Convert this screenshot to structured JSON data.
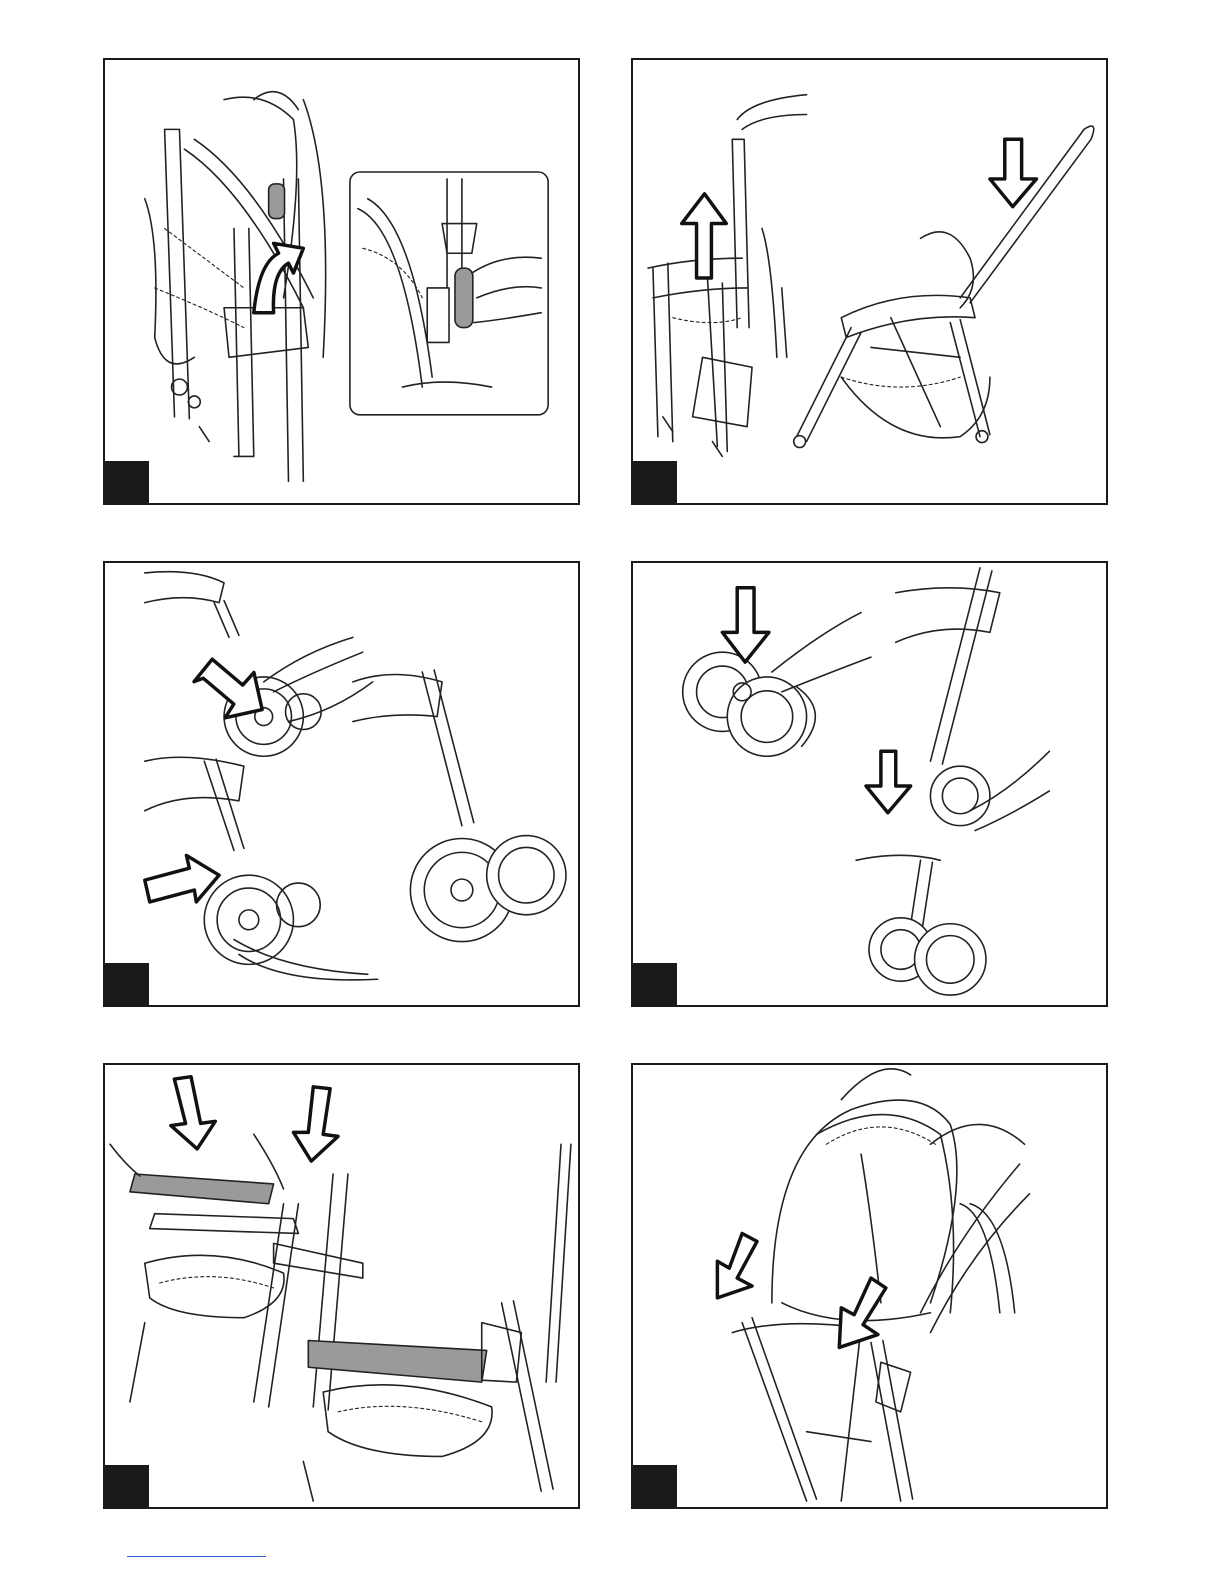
{
  "page": {
    "background": "#ffffff",
    "border_color": "#1a1a1a",
    "step_tab_color": "#1a1a1a",
    "highlight_grey": "#9a9a9a",
    "footer_rule_color": "#2f5fd0"
  },
  "panels": [
    {
      "id": "panel-1",
      "content": "folding-release-lever"
    },
    {
      "id": "panel-2",
      "content": "unfold-pull-handle-up"
    },
    {
      "id": "panel-3",
      "content": "rear-wheel-attach"
    },
    {
      "id": "panel-4",
      "content": "front-wheel-attach"
    },
    {
      "id": "panel-5",
      "content": "bumper-bar-attach"
    },
    {
      "id": "panel-6",
      "content": "hood-attach"
    }
  ]
}
